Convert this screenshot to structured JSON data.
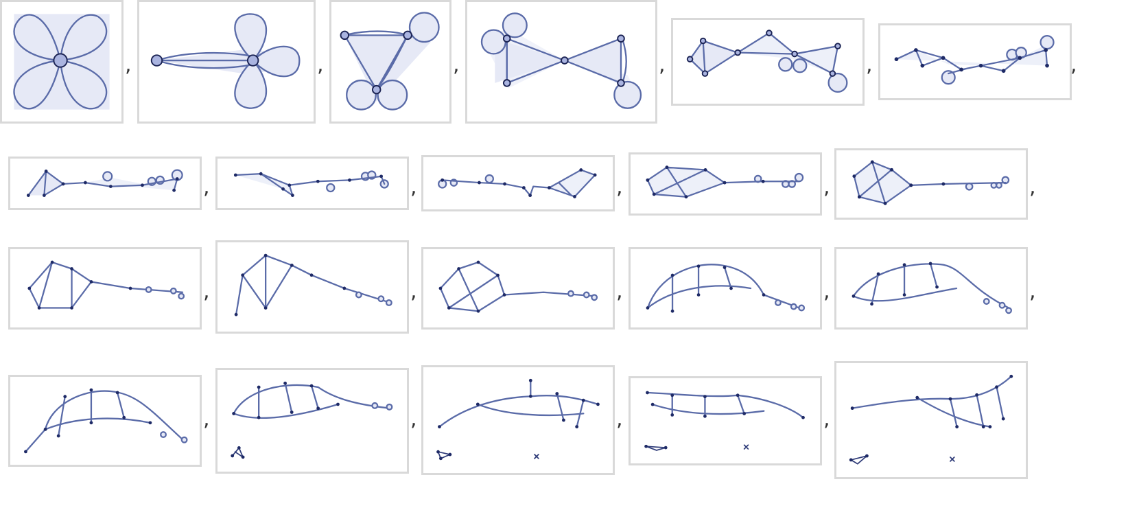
{
  "separator": ",",
  "frames": [
    {
      "id": 1,
      "kind": "graph"
    },
    {
      "id": 2,
      "kind": "graph"
    },
    {
      "id": 3,
      "kind": "graph"
    },
    {
      "id": 4,
      "kind": "graph"
    },
    {
      "id": 5,
      "kind": "graph"
    },
    {
      "id": 6,
      "kind": "graph"
    },
    {
      "id": 7,
      "kind": "graph"
    },
    {
      "id": 8,
      "kind": "graph"
    },
    {
      "id": 9,
      "kind": "graph"
    },
    {
      "id": 10,
      "kind": "graph"
    },
    {
      "id": 11,
      "kind": "graph"
    },
    {
      "id": 12,
      "kind": "graph"
    },
    {
      "id": 13,
      "kind": "graph"
    },
    {
      "id": 14,
      "kind": "graph"
    },
    {
      "id": 15,
      "kind": "graph"
    },
    {
      "id": 16,
      "kind": "graph"
    },
    {
      "id": 17,
      "kind": "graph"
    },
    {
      "id": 18,
      "kind": "graph"
    },
    {
      "id": 19,
      "kind": "graph"
    },
    {
      "id": 20,
      "kind": "graph"
    },
    {
      "id": 21,
      "kind": "graph"
    }
  ],
  "colors": {
    "edge": "#5a6ba8",
    "fill": "#e6e9f6",
    "vertex": "#aab4e0",
    "dense": "#1e2a66",
    "border": "#d9d9d9"
  }
}
